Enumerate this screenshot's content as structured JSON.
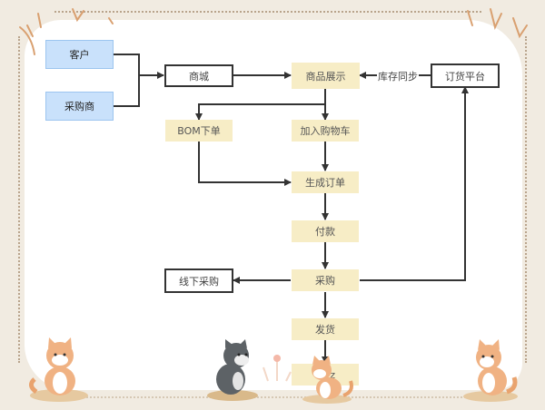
{
  "diagram": {
    "nodes": {
      "customer": "客户",
      "buyer": "采购商",
      "mall": "商城",
      "product_display": "商品展示",
      "ordering_platform": "订货平台",
      "bom_order": "BOM下单",
      "add_to_cart": "加入购物车",
      "create_order": "生成订单",
      "payment": "付款",
      "purchase": "采购",
      "offline_purchase": "线下采购",
      "ship": "发货",
      "last_step_partial": "z"
    },
    "edge_labels": {
      "inventory_sync": "库存同步"
    }
  },
  "colors": {
    "background": "#f1ebe1",
    "blue_node": "#c9e1fb",
    "yellow_node": "#f7edc6",
    "line": "#333333",
    "decor": "#d9a070"
  }
}
